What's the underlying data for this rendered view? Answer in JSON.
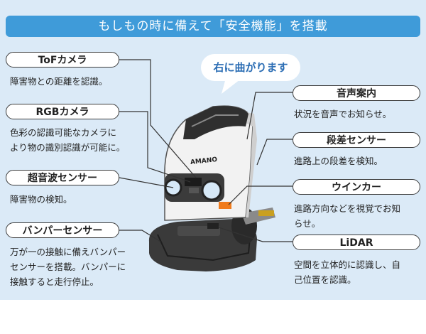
{
  "banner": {
    "title": "もしもの時に備えて「安全機能」を搭載"
  },
  "bubble": {
    "text": "右に曲がります"
  },
  "robot": {
    "brand": "AMANO"
  },
  "features": {
    "tof": {
      "label": "ToFカメラ",
      "lines": [
        "障害物との距離を認識。"
      ]
    },
    "rgb": {
      "label": "RGBカメラ",
      "lines": [
        "色彩の認識可能なカメラに",
        "より物の識別認識が可能に。"
      ]
    },
    "ultrasonic": {
      "label": "超音波センサー",
      "lines": [
        "障害物の検知。"
      ]
    },
    "bumper": {
      "label": "バンパーセンサー",
      "lines": [
        "万が一の接触に備えバンパー",
        "センサーを搭載。バンパーに",
        "接触すると走行停止。"
      ]
    },
    "voice": {
      "label": "音声案内",
      "lines": [
        "状況を音声でお知らせ。"
      ]
    },
    "step": {
      "label": "段差センサー",
      "lines": [
        "進路上の段差を検知。"
      ]
    },
    "winker": {
      "label": "ウインカー",
      "lines": [
        "進路方向などを視覚でお知",
        "らせ。"
      ]
    },
    "lidar": {
      "label": "LiDAR",
      "lines": [
        "空間を立体的に認識し、自",
        "己位置を認識。"
      ]
    }
  },
  "colors": {
    "banner": "#3f9bd9",
    "panel": "#dbeaf7",
    "bubble_text": "#2b6db4",
    "winker": "#f07a1a"
  }
}
